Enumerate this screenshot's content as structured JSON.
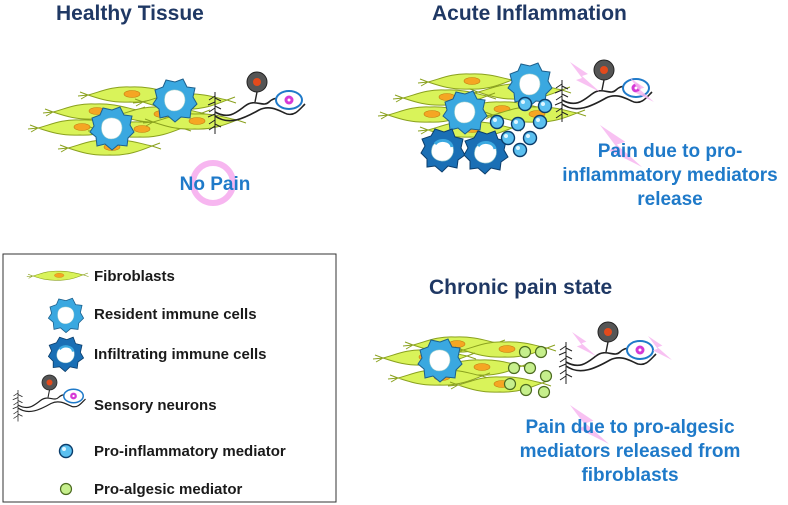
{
  "panels": {
    "healthy": {
      "title": "Healthy Tissue",
      "caption": "No Pain"
    },
    "acute": {
      "title": "Acute Inflammation",
      "caption_lines": [
        "Pain due to pro-",
        "inflammatory mediators",
        "release"
      ]
    },
    "chronic": {
      "title": "Chronic pain state",
      "caption_lines": [
        "Pain due to pro-algesic",
        "mediators released from",
        "fibroblasts"
      ]
    }
  },
  "legend": {
    "items": [
      {
        "icon": "fibroblast-icon",
        "label": "Fibroblasts"
      },
      {
        "icon": "resident-immune-cell-icon",
        "label": "Resident immune cells"
      },
      {
        "icon": "infiltrating-immune-cell-icon",
        "label": "Infiltrating immune cells"
      },
      {
        "icon": "sensory-neuron-icon",
        "label": "Sensory neurons"
      },
      {
        "icon": "pro-inflammatory-mediator-icon",
        "label": "Pro-inflammatory mediator"
      },
      {
        "icon": "pro-algesic-mediator-icon",
        "label": "Pro-algesic mediator"
      }
    ]
  },
  "colors": {
    "title": "#1f3864",
    "caption": "#1f7ac9",
    "fibroblast": "#d9f35a",
    "fibroblast_nucleus": "#f5a623",
    "immune_cell": "#3aa8e0",
    "infiltrating_cell": "#1a6fb5",
    "pro_inflammatory": "#5bc0f0",
    "pro_algesic": "#c6ef8c",
    "pain_bolt": "#f7b6f0"
  }
}
